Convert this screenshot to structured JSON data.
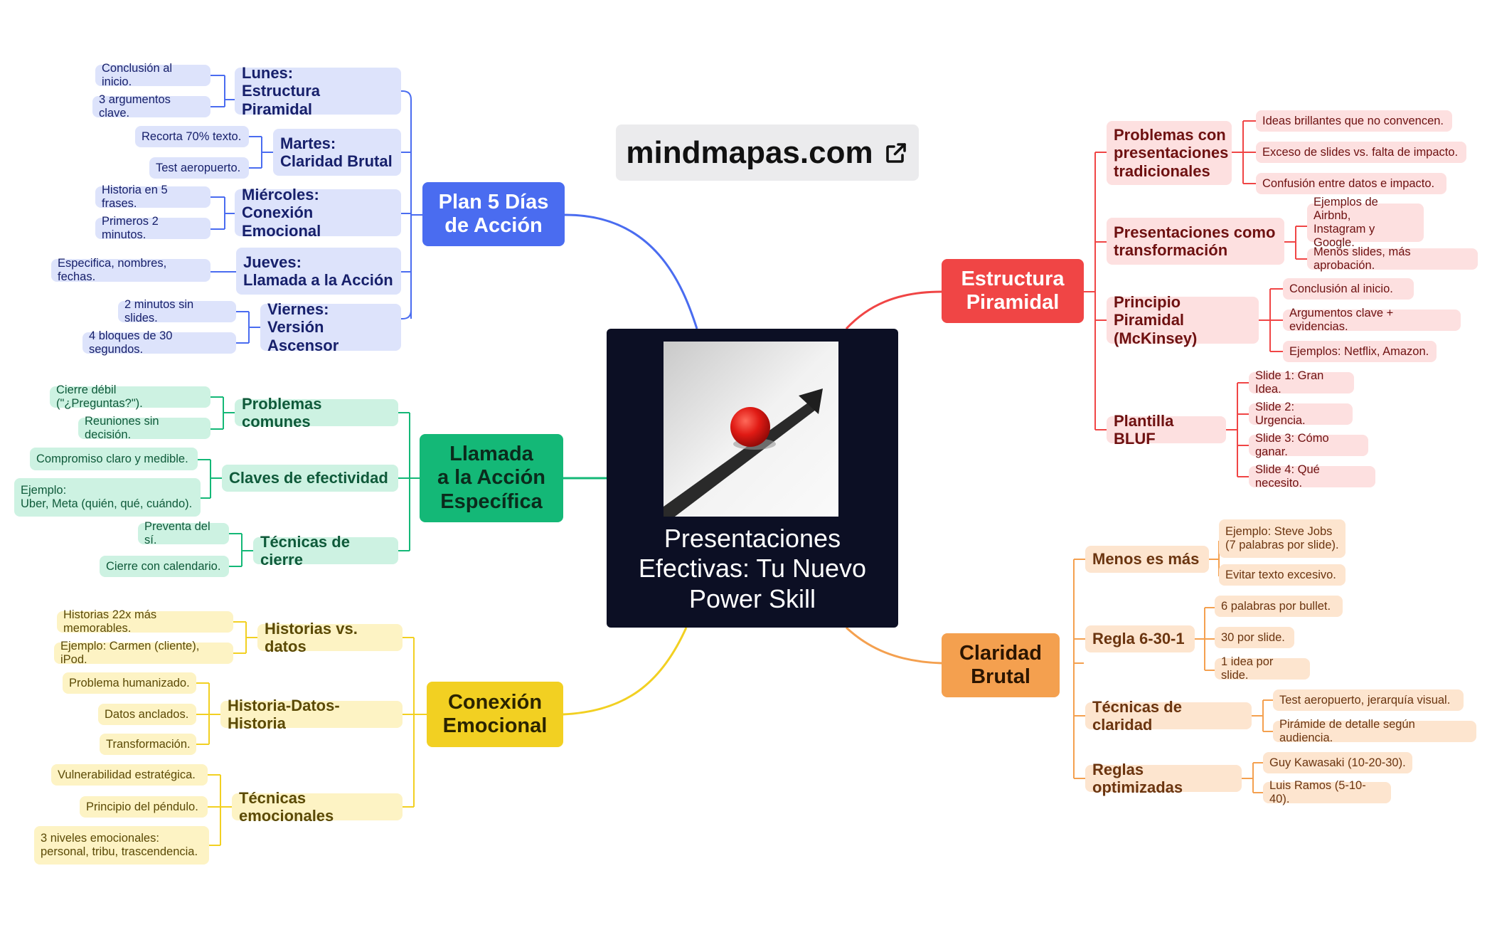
{
  "brand": {
    "text": "mindmapas.com",
    "link_icon": "external-link-icon"
  },
  "center": {
    "title": "Presentaciones\nEfectivas: Tu Nuevo\nPower Skill",
    "image": "red-ball-arrow-photo"
  },
  "colors": {
    "blue": "#4a6cf0",
    "green": "#14b877",
    "yellow": "#f2d022",
    "red": "#f04545",
    "orange": "#f4a04f",
    "center": "#0c0f24"
  },
  "branches": {
    "plan": {
      "title": "Plan 5 Días\nde Acción",
      "lunes": {
        "label": "Lunes:\nEstructura Piramidal",
        "c1": "Conclusión al inicio.",
        "c2": "3 argumentos clave."
      },
      "martes": {
        "label": "Martes:\nClaridad Brutal",
        "c1": "Recorta 70% texto.",
        "c2": "Test aeropuerto."
      },
      "miercoles": {
        "label": "Miércoles:\nConexión Emocional",
        "c1": "Historia en 5 frases.",
        "c2": "Primeros 2 minutos."
      },
      "jueves": {
        "label": "Jueves:\nLlamada a la Acción",
        "c1": "Especifica, nombres, fechas."
      },
      "viernes": {
        "label": "Viernes:\nVersión Ascensor",
        "c1": "2 minutos sin slides.",
        "c2": "4 bloques de 30 segundos."
      }
    },
    "llamada": {
      "title": "Llamada\na la Acción\nEspecífica",
      "problemas": {
        "label": "Problemas comunes",
        "c1": "Cierre débil (\"¿Preguntas?\").",
        "c2": "Reuniones sin decisión."
      },
      "claves": {
        "label": "Claves de efectividad",
        "c1": "Compromiso claro y medible.",
        "c2": "Ejemplo:\nUber, Meta (quién, qué, cuándo)."
      },
      "tecnicas": {
        "label": "Técnicas de cierre",
        "c1": "Preventa del sí.",
        "c2": "Cierre con calendario."
      }
    },
    "conexion": {
      "title": "Conexión\nEmocional",
      "historias": {
        "label": "Historias vs. datos",
        "c1": "Historias 22x más memorables.",
        "c2": "Ejemplo: Carmen (cliente), iPod."
      },
      "hdh": {
        "label": "Historia-Datos-Historia",
        "c1": "Problema humanizado.",
        "c2": "Datos anclados.",
        "c3": "Transformación."
      },
      "tecnicas": {
        "label": "Técnicas emocionales",
        "c1": "Vulnerabilidad estratégica.",
        "c2": "Principio del péndulo.",
        "c3": "3 niveles emocionales:\npersonal, tribu, trascendencia."
      }
    },
    "estructura": {
      "title": "Estructura\nPiramidal",
      "problemas": {
        "label": "Problemas con\npresentaciones\ntradicionales",
        "c1": "Ideas brillantes que no convencen.",
        "c2": "Exceso de slides vs. falta de impacto.",
        "c3": "Confusión entre datos e impacto."
      },
      "transformacion": {
        "label": "Presentaciones como\ntransformación",
        "c1": "Ejemplos de Airbnb,\nInstagram y Google.",
        "c2": "Menos slides, más aprobación."
      },
      "principio": {
        "label": "Principio Piramidal\n(McKinsey)",
        "c1": "Conclusión al inicio.",
        "c2": "Argumentos clave + evidencias.",
        "c3": "Ejemplos: Netflix, Amazon."
      },
      "bluf": {
        "label": "Plantilla BLUF",
        "c1": "Slide 1: Gran Idea.",
        "c2": "Slide 2: Urgencia.",
        "c3": "Slide 3: Cómo ganar.",
        "c4": "Slide 4: Qué necesito."
      }
    },
    "claridad": {
      "title": "Claridad\nBrutal",
      "menos": {
        "label": "Menos es más",
        "c1": "Ejemplo: Steve Jobs\n(7 palabras por slide).",
        "c2": "Evitar texto excesivo."
      },
      "regla": {
        "label": "Regla 6-30-1",
        "c1": "6 palabras por bullet.",
        "c2": "30 por slide.",
        "c3": "1 idea por slide."
      },
      "tecnicas": {
        "label": "Técnicas de claridad",
        "c1": "Test aeropuerto, jerarquía visual.",
        "c2": "Pirámide de detalle según audiencia."
      },
      "reglas": {
        "label": "Reglas optimizadas",
        "c1": "Guy Kawasaki (10-20-30).",
        "c2": "Luis Ramos (5-10-40)."
      }
    }
  }
}
